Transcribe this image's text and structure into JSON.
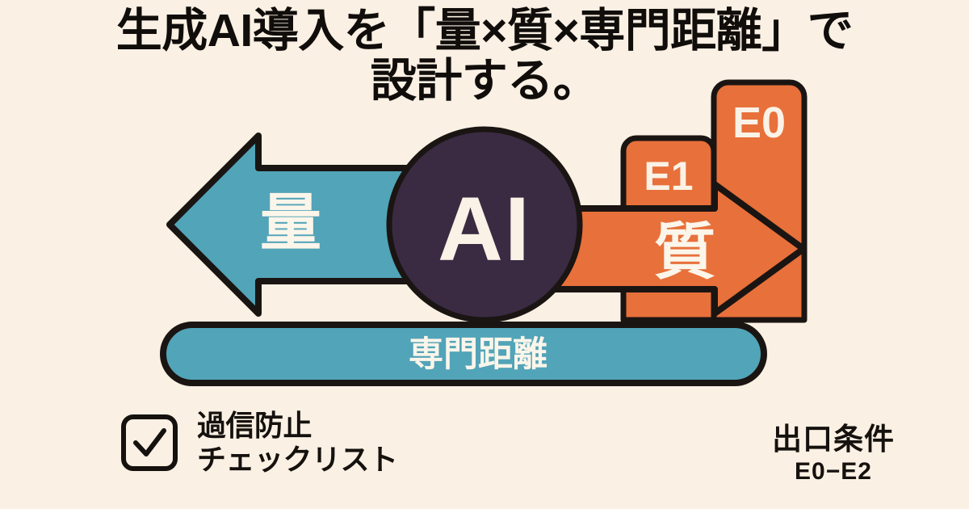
{
  "theme": {
    "background": "#faf0e3",
    "teal": "#52a4b8",
    "orange": "#e8703a",
    "orange_dark": "#e0663a",
    "ink": "#15110e",
    "stroke": "#1a1512",
    "cream_text": "#faf2e6",
    "circle_fill": "#3a2b43"
  },
  "title": {
    "line1": "生成AI導入を「量×質×専門距離」で",
    "line2": "設計する。"
  },
  "diagram": {
    "center_badge": {
      "label": "AI",
      "name": "ai-circle"
    },
    "left_arrow": {
      "label": "量",
      "direction": "left",
      "color": "#52a4b8"
    },
    "right_arrow": {
      "label": "質",
      "direction": "right",
      "color": "#e8703a"
    },
    "baseline_bar": {
      "label": "専門距離",
      "color": "#52a4b8"
    },
    "exit_bars": [
      {
        "label": "E1",
        "name": "exit-bar-e1"
      },
      {
        "label": "E0",
        "name": "exit-bar-e0"
      }
    ]
  },
  "checklist": {
    "icon": "checkbox-checked-icon",
    "line1": "過信防止",
    "line2": "チェックリスト"
  },
  "exit_condition": {
    "title": "出口条件",
    "range": "E0−E2"
  }
}
